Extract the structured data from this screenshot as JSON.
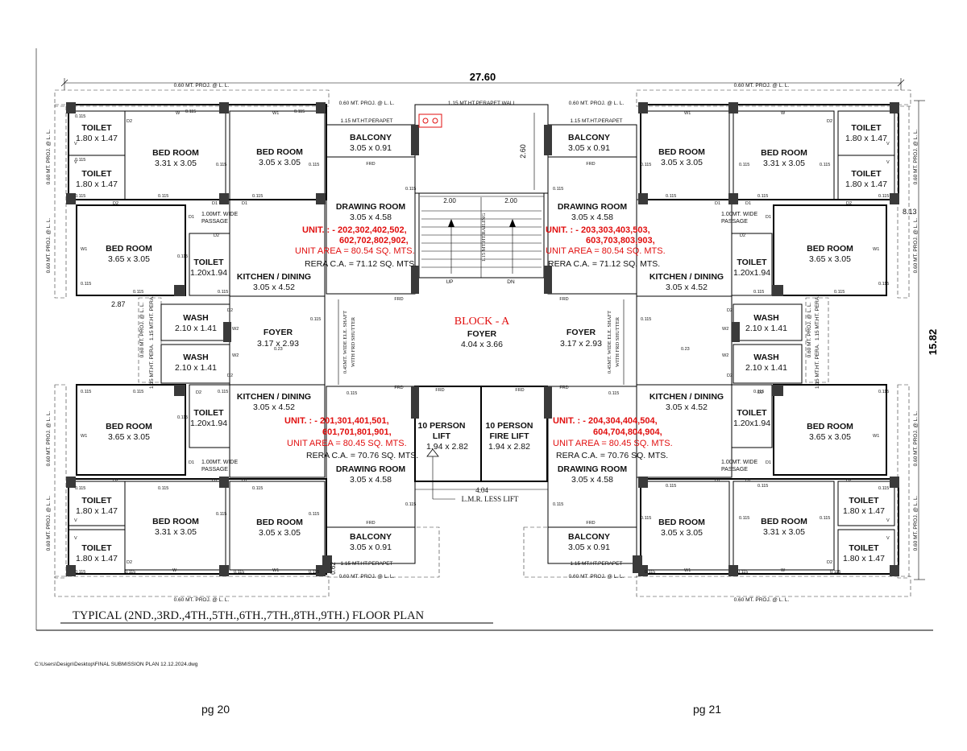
{
  "overall": {
    "width": "27.60",
    "height": "15.82",
    "side_left": "2.87",
    "side_right": "8.13"
  },
  "proj": {
    "ll": "0.60 MT. PROJ. @ L. L.",
    "parapet_wall": "1.15 MT.HT.PERAPET WALL",
    "parapet": "1.15 MT.HT.PERAPET",
    "pera": "1.15 MT.HT. PERA."
  },
  "rooms": {
    "toilet": "TOILET",
    "toilet_dim": "1.80 x 1.47",
    "toilet_small_dim": "1.20x1.94",
    "bedroom": "BED ROOM",
    "bed_a": "3.31 x 3.05",
    "bed_b": "3.05 x 3.05",
    "bed_c": "3.65 x 3.05",
    "balcony": "BALCONY",
    "balcony_dim": "3.05 x 0.91",
    "drawing": "DRAWING ROOM",
    "drawing_dim": "3.05 x 4.58",
    "kitchen": "KITCHEN / DINING",
    "kitchen_dim": "3.05 x 4.52",
    "wash": "WASH",
    "wash_dim": "2.10 x 1.41",
    "foyer": "FOYER",
    "foyer_side_dim": "3.17 x 2.93",
    "foyer_center_dim": "4.04 x 3.66",
    "passage": "1.00MT. WIDE",
    "passage2": "PASSAGE",
    "lift": "10 PERSON",
    "lift2": "LIFT",
    "fire_lift2": "FIRE LIFT",
    "lift_dim": "1.94 x 2.82"
  },
  "units": {
    "tl": {
      "l1": "UNIT. : - 202,302,402,502,",
      "l2": "602,702,802,902,",
      "area": "UNIT AREA = 80.54 SQ. MTS.",
      "rera": "RERA C.A. = 71.12 SQ. MTS."
    },
    "tr": {
      "l1": "UNIT. : - 203,303,403,503,",
      "l2": "603,703,803,903,",
      "area": "UNIT AREA = 80.54 SQ. MTS.",
      "rera": "RERA C.A. = 71.12 SQ. MTS."
    },
    "bl": {
      "l1": "UNIT. : - 201,301,401,501,",
      "l2": "601,701,801,901,",
      "area": "UNIT AREA = 80.45 SQ. MTS.",
      "rera": "RERA C.A. = 70.76 SQ. MTS."
    },
    "br": {
      "l1": "UNIT. : - 204,304,404,504,",
      "l2": "604,704,804,904,",
      "area": "UNIT AREA = 80.45 SQ. MTS.",
      "rera": "RERA C.A. = 70.76 SQ. MTS."
    }
  },
  "block": "BLOCK - A",
  "stair": {
    "w1": "2.00",
    "w2": "2.00",
    "h": "2.60",
    "railing": "1.15 MT.HT.RAILING",
    "up": "UP",
    "dn": "DN"
  },
  "shaft": {
    "l1": "0.45MT. WIDE ELE. SHAFT",
    "l2": "WITH FRD SHUTTER"
  },
  "lmr": {
    "dim": "4.04",
    "label": "L.M.R. LESS LIFT"
  },
  "labels": {
    "frd": "FRD",
    "d1": "D1",
    "d2": "D2",
    "w": "W",
    "w1": "W1",
    "w2": "W2",
    "v": "V",
    "t115": "0.115",
    "t023": "0.23",
    "h062": "0.62"
  },
  "title": "TYPICAL (2ND.,3RD.,4TH.,5TH.,6TH.,7TH.,8TH.,9TH.) FLOOR PLAN",
  "file_path": "C:\\Users\\Design\\Desktop\\FINAL SUBMISSION PLAN 12.12.2024.dwg",
  "pages": {
    "left": "pg 20",
    "right": "pg 21"
  },
  "colors": {
    "red": "#e10f0f",
    "line": "#000000"
  }
}
